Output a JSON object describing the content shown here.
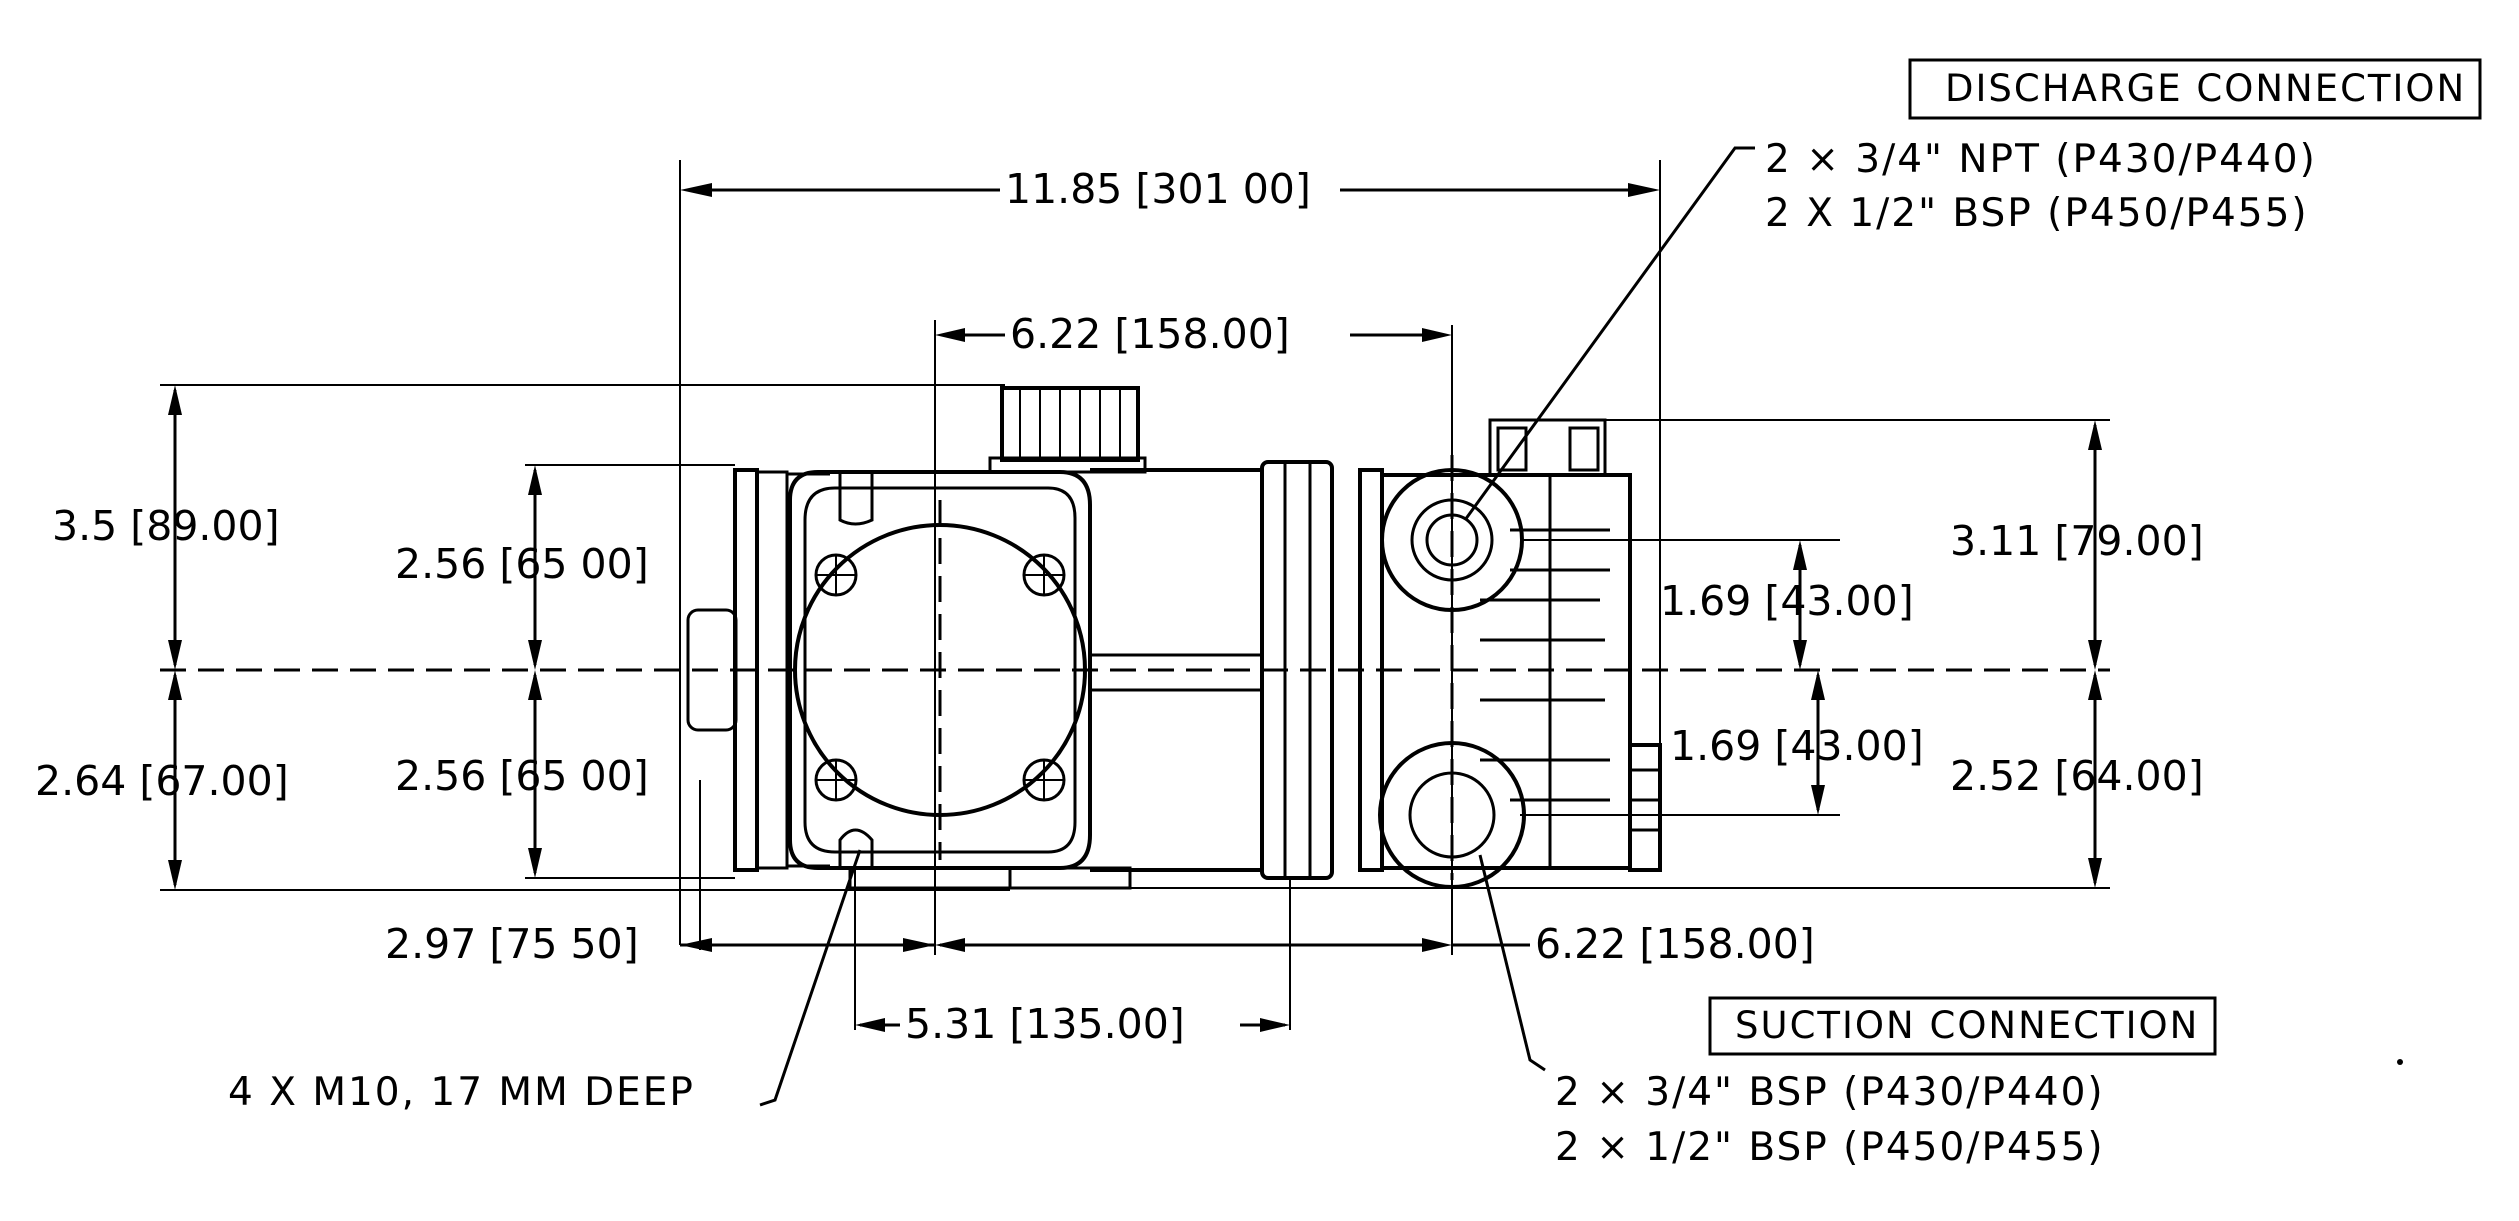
{
  "labels": {
    "discharge_title": "DISCHARGE CONNECTION",
    "discharge_line1": "2 × 3/4\" NPT (P430/P440)",
    "discharge_line2": "2 X 1/2\" BSP (P450/P455)",
    "suction_title": "SUCTION CONNECTION",
    "suction_line1": "2 × 3/4\" BSP (P430/P440)",
    "suction_line2": "2 × 1/2\" BSP (P450/P455)",
    "mount_note": "4 X M10, 17 MM DEEP"
  },
  "dimensions": {
    "overall_length": "11.85 [301 00]",
    "top_offset": "6.22 [158.00]",
    "bottom_offset": "6.22 [158.00]",
    "mount_spacing": "5.31 [135.00]",
    "left_offset": "2.97 [75 50]",
    "height_top_left": "3.5 [89.00]",
    "height_bottom_left": "2.64 [67.00]",
    "mount_top": "2.56 [65 00]",
    "mount_bottom": "2.56 [65 00]",
    "port_upper": "1.69 [43.00]",
    "port_lower": "1.69 [43.00]",
    "height_top_right": "3.11 [79.00]",
    "height_bottom_right": "2.52 [64.00]"
  }
}
